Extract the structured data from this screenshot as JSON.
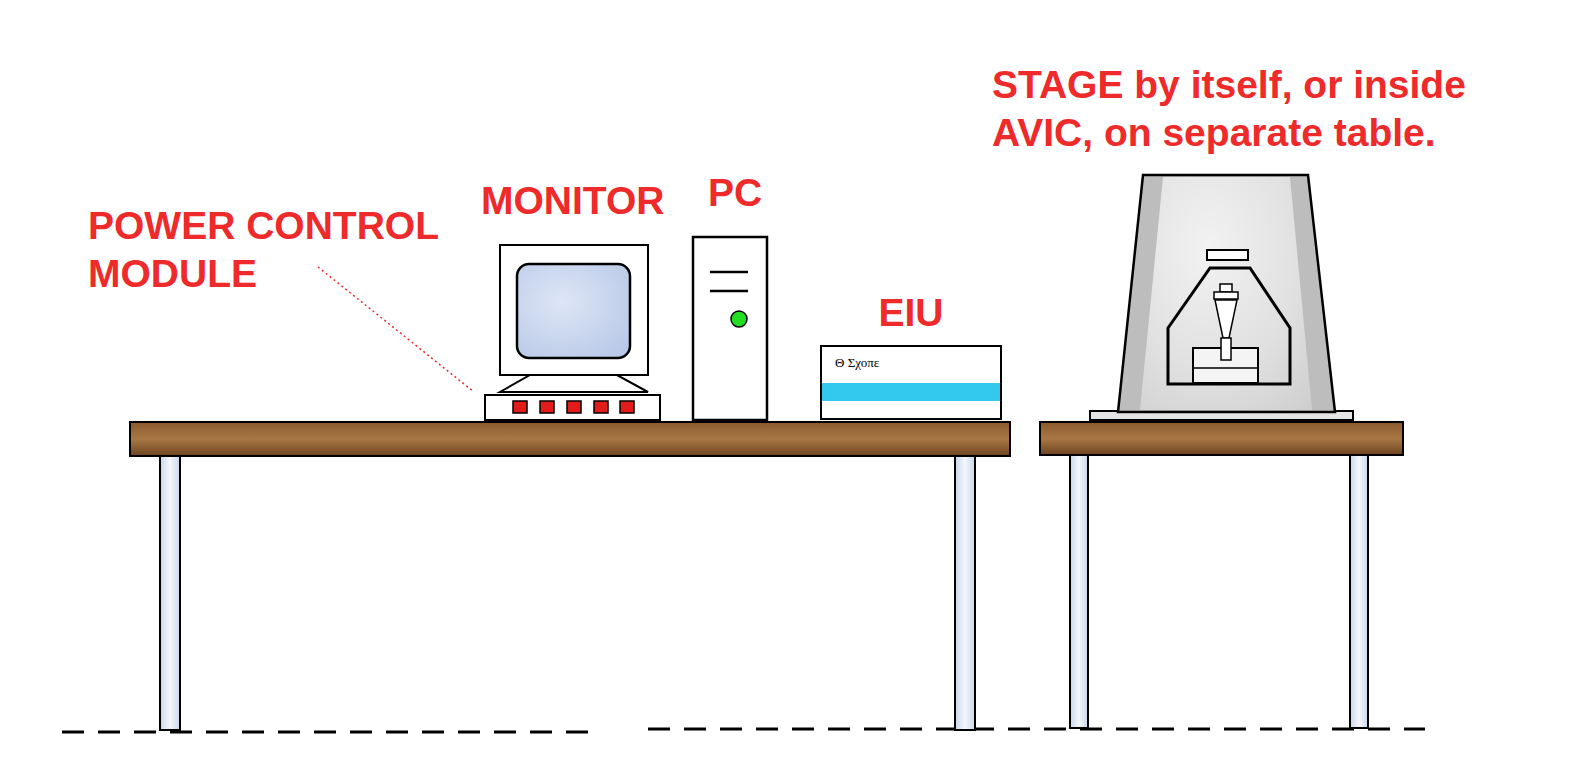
{
  "diagram": {
    "nodes": [
      {
        "text": [
          "EIU",
          "Θ Σχοπε"
        ]
      }
    ],
    "labels": [
      "POWER CONTROL MODULE",
      "MONITOR",
      "PC",
      "STAGE by itself, or inside AVIC, on separate table."
    ]
  }
}
